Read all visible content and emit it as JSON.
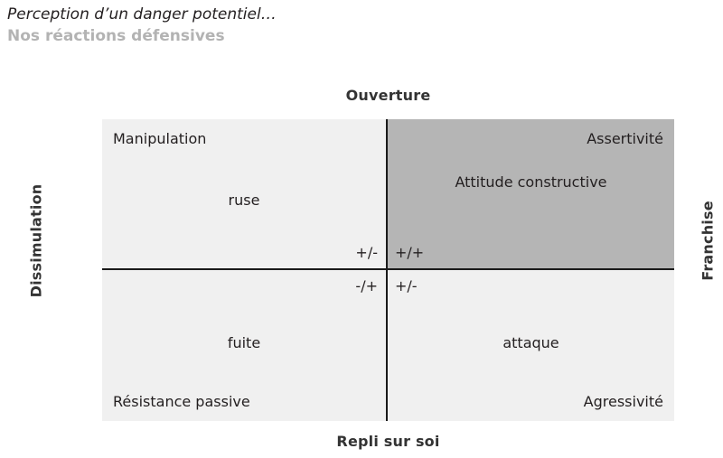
{
  "header": {
    "title": "Perception d’un danger potentiel…",
    "subtitle": "Nos réactions défensives"
  },
  "axes": {
    "top": "Ouverture",
    "bottom": "Repli sur soi",
    "left": "Dissimulation",
    "right": "Franchise"
  },
  "quadrants": {
    "top_left": {
      "corner": "Manipulation",
      "keyword": "ruse",
      "sign": "+/-"
    },
    "top_right": {
      "corner": "Assertivité",
      "keyword": "Attitude constructive",
      "sign": "+/+"
    },
    "bottom_left": {
      "corner": "Résistance passive",
      "keyword": "fuite",
      "sign": "-/+"
    },
    "bottom_right": {
      "corner": "Agressivité",
      "keyword": "attaque",
      "sign": "+/-"
    }
  },
  "chart_data": {
    "type": "table",
    "title": "Perception d’un danger potentiel… / Nos réactions défensives",
    "xlabel": "Repli sur soi ↔ Ouverture",
    "ylabel": "Dissimulation ↔ Franchise",
    "x_axis": {
      "low": "Repli sur soi",
      "high": "Ouverture"
    },
    "y_axis": {
      "low": "Dissimulation",
      "high": "Franchise"
    },
    "cells": [
      {
        "position": "top-left",
        "x": "Repli sur soi",
        "y": "Dissimulation",
        "label": "Manipulation",
        "keyword": "ruse",
        "sign": "+/-",
        "fill": "#f0f0f0"
      },
      {
        "position": "top-right",
        "x": "Ouverture",
        "y": "Dissimulation",
        "label": "Assertivité",
        "keyword": "Attitude constructive",
        "sign": "+/+",
        "fill": "#b5b5b5"
      },
      {
        "position": "bottom-left",
        "x": "Repli sur soi",
        "y": "Franchise",
        "label": "Résistance passive",
        "keyword": "fuite",
        "sign": "-/+",
        "fill": "#f0f0f0"
      },
      {
        "position": "bottom-right",
        "x": "Ouverture",
        "y": "Franchise",
        "label": "Agressivité",
        "keyword": "attaque",
        "sign": "+/-",
        "fill": "#f0f0f0"
      }
    ],
    "highlight": "top-right",
    "grid": true,
    "legend": "none"
  },
  "colors": {
    "quadrant_light": "#f0f0f0",
    "quadrant_dark": "#b5b5b5",
    "divider": "#1a1a1a",
    "text": "#231f20",
    "axis_text": "#333333",
    "subtitle": "#b3b3b3",
    "background": "#ffffff"
  }
}
